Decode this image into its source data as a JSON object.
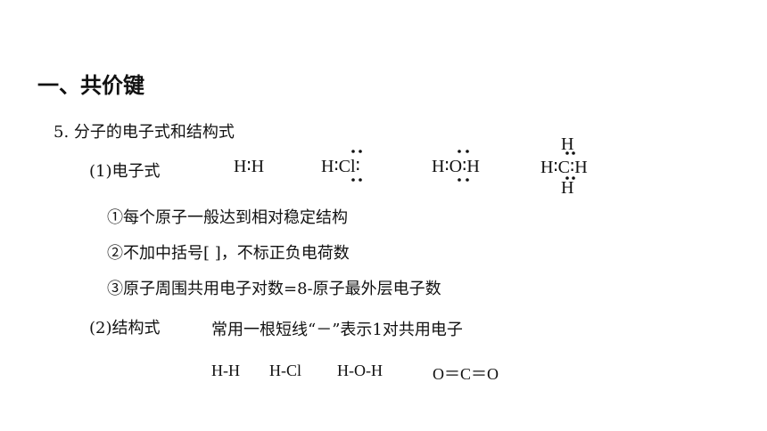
{
  "section_title": "一、共价键",
  "subsection_title": "5. 分子的电子式和结构式",
  "electron_formula": {
    "label": "(1)电子式",
    "molecules": {
      "h2": {
        "left": "H",
        "sep": "∶",
        "right": "H"
      },
      "hcl": {
        "left": "H",
        "sep": "∶",
        "right": "Cl",
        "trail": "∶"
      },
      "h2o": {
        "left": "H",
        "sep1": "∶",
        "center": "O",
        "sep2": "∶",
        "right": "H"
      },
      "ch4": {
        "top": "H",
        "left": "H",
        "sep1": "∶",
        "center": "C",
        "sep2": "∶",
        "right": "H",
        "bottom": "H"
      }
    },
    "rules": [
      "①每个原子一般达到相对稳定结构",
      "②不加中括号[  ]，不标正负电荷数",
      "③原子周围共用电子对数=8-原子最外层电子数"
    ]
  },
  "structural_formula": {
    "label": "(2)结构式",
    "description": "常用一根短线“－”表示1对共用电子",
    "examples": [
      "H-H",
      "H-Cl",
      "H-O-H",
      "O＝C＝O"
    ]
  }
}
